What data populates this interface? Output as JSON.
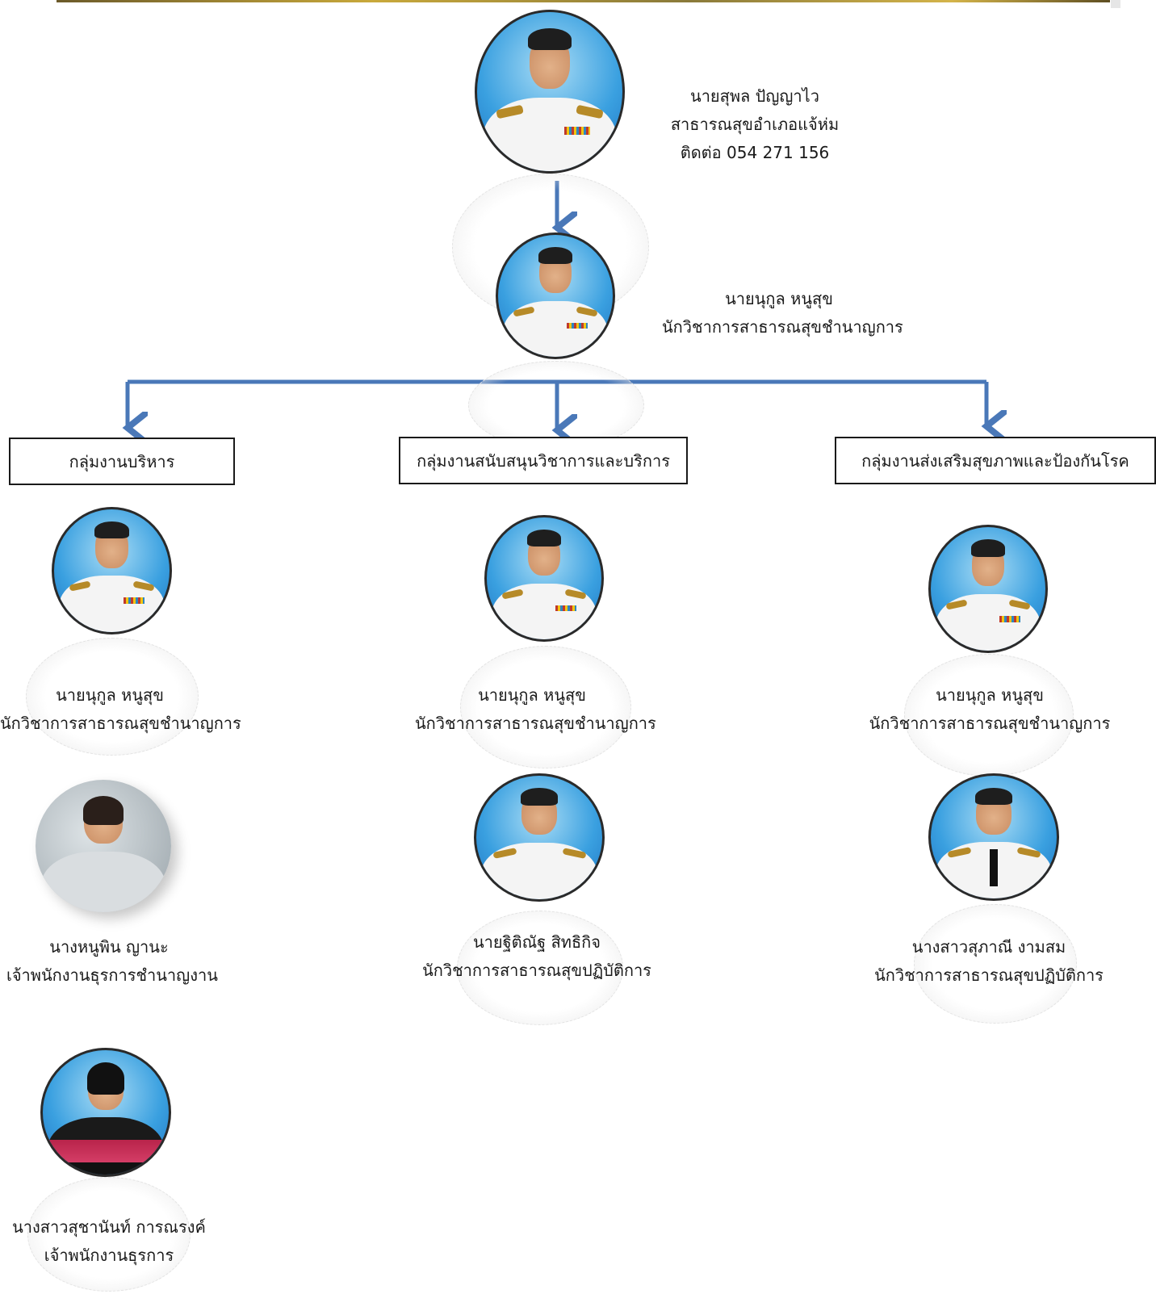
{
  "head": {
    "name": "นายสุพล ปัญญาไว",
    "position": "สาธารณสุขอำเภอแจ้ห่ม",
    "contact": "ติดต่อ 054 271 156"
  },
  "deputy": {
    "name": "นายนุกูล หนูสุข",
    "position": "นักวิชาการสาธารณสุขชำนาญการ"
  },
  "groups": [
    {
      "label": "กลุ่มงานบริหาร",
      "members": [
        {
          "name": "นายนุกูล หนูสุข",
          "position": "นักวิชาการสาธารณสุขชำนาญการ"
        },
        {
          "name": "นางหนูพิน ญานะ",
          "position": "เจ้าพนักงานธุรการชำนาญงาน"
        },
        {
          "name": "นางสาวสุชานันท์ การณรงค์",
          "position": "เจ้าพนักงานธุรการ"
        }
      ]
    },
    {
      "label": "กลุ่มงานสนับสนุนวิชาการและบริการ",
      "members": [
        {
          "name": "นายนุกูล หนูสุข",
          "position": "นักวิชาการสาธารณสุขชำนาญการ"
        },
        {
          "name": "นายฐิติณัฐ สิทธิกิจ",
          "position": "นักวิชาการสาธารณสุขปฏิบัติการ"
        }
      ]
    },
    {
      "label": "กลุ่มงานส่งเสริมสุขภาพและป้องกันโรค",
      "members": [
        {
          "name": "นายนุกูล หนูสุข",
          "position": "นักวิชาการสาธารณสุขชำนาญการ"
        },
        {
          "name": "นางสาวสุภาณี งามสม",
          "position": "นักวิชาการสาธารณสุขปฏิบัติการ"
        }
      ]
    }
  ],
  "colors": {
    "connector": "#4a78b8",
    "box_border": "#1a1a1a"
  }
}
